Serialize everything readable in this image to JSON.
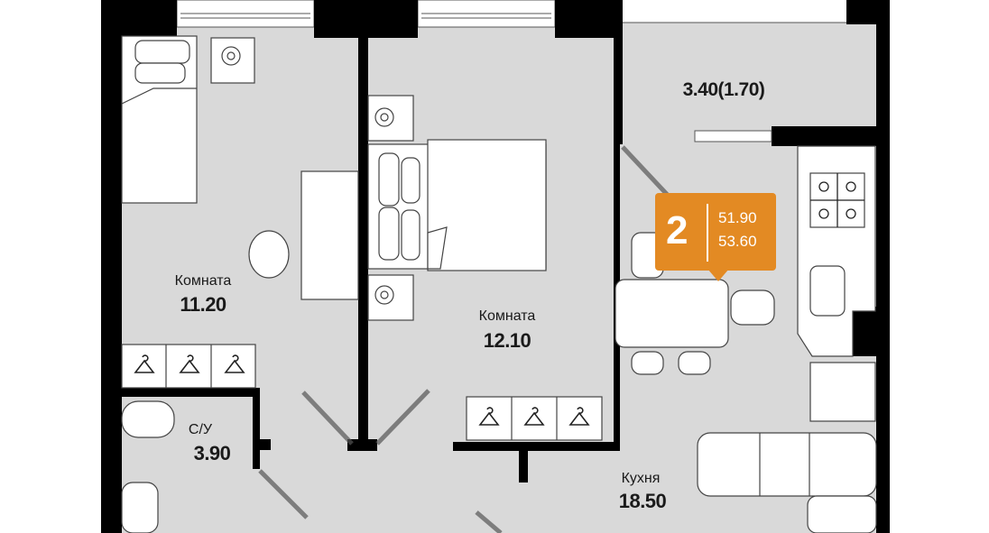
{
  "colors": {
    "floor": "#d9d9d9",
    "wall": "#000000",
    "badge": "#e38a23",
    "furniture": "#ffffff"
  },
  "balcony": {
    "area": "3.40(1.70)"
  },
  "rooms": [
    {
      "name": "Комната",
      "area": "11.20"
    },
    {
      "name": "Комната",
      "area": "12.10"
    },
    {
      "name": "С/У",
      "area": "3.90"
    },
    {
      "name": "Кухня",
      "area": "18.50"
    }
  ],
  "badge": {
    "rooms": "2",
    "living_area": "51.90",
    "total_area": "53.60"
  }
}
